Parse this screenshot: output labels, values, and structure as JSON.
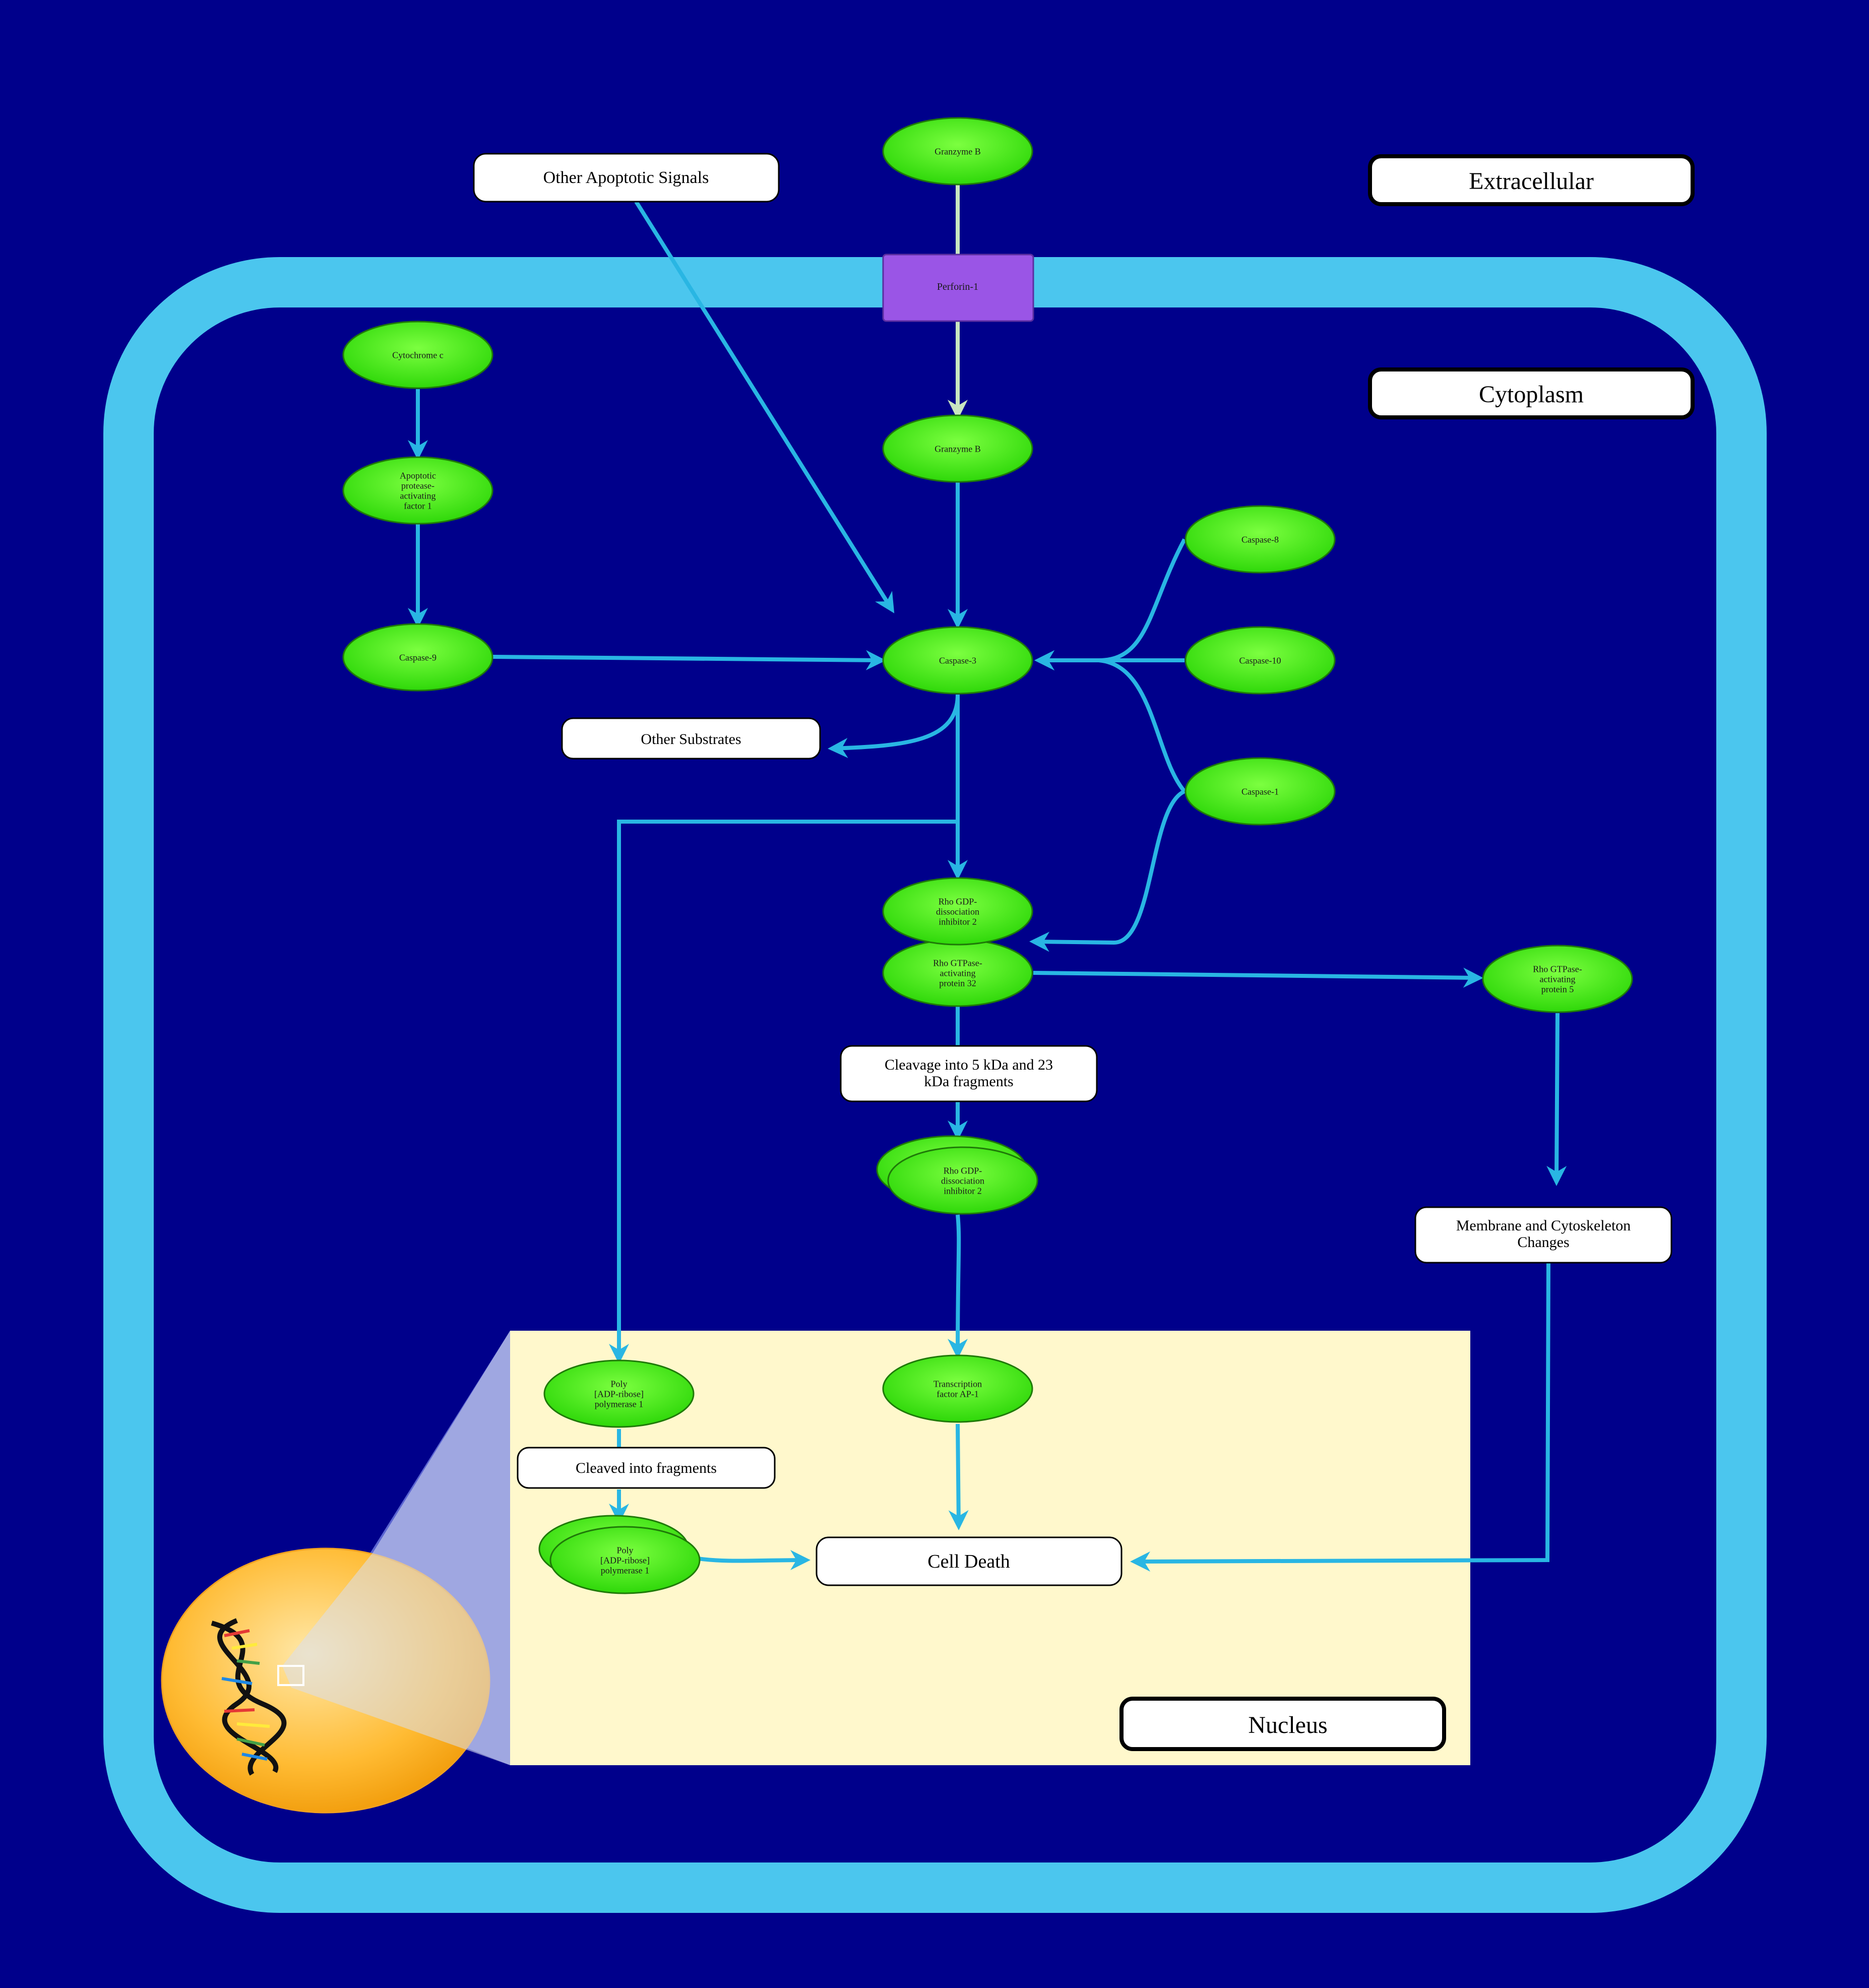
{
  "compartments": {
    "extracellular": "Extracellular",
    "cytoplasm": "Cytoplasm",
    "nucleus": "Nucleus"
  },
  "labels": {
    "other_apoptotic_signals": "Other Apoptotic Signals",
    "other_substrates": "Other Substrates",
    "cleavage_fragments": [
      "Cleavage into 5 kDa and 23",
      "kDa fragments"
    ],
    "membrane_cytoskeleton": [
      "Membrane and Cytoskeleton",
      "Changes"
    ],
    "cleaved_into_fragments": "Cleaved into fragments",
    "cell_death": "Cell Death"
  },
  "nodes": {
    "granzyme_b_ext": [
      "Granzyme B"
    ],
    "perforin": [
      "Perforin-1"
    ],
    "granzyme_b_cyto": [
      "Granzyme B"
    ],
    "cytochrome_c": [
      "Cytochrome c"
    ],
    "apaf1": [
      "Apoptotic",
      "protease-",
      "activating",
      "factor 1"
    ],
    "caspase9": [
      "Caspase-9"
    ],
    "caspase3": [
      "Caspase-3"
    ],
    "caspase8": [
      "Caspase-8"
    ],
    "caspase10": [
      "Caspase-10"
    ],
    "caspase1": [
      "Caspase-1"
    ],
    "rho_gdi2": [
      "Rho GDP-",
      "dissociation",
      "inhibitor 2"
    ],
    "rho_gap32": [
      "Rho GTPase-",
      "activating",
      "protein 32"
    ],
    "rho_gap5": [
      "Rho GTPase-",
      "activating",
      "protein 5"
    ],
    "rho_gdi2_frag": [
      "Rho GDP-",
      "dissociation",
      "inhibitor 2"
    ],
    "parp1": [
      "Poly",
      "[ADP-ribose]",
      "polymerase 1"
    ],
    "ap1": [
      "Transcription",
      "factor AP-1"
    ],
    "parp1_frag": [
      "Poly",
      "[ADP-ribose]",
      "polymerase 1"
    ]
  },
  "colors": {
    "background": "#00008b",
    "membrane": "#4bc6ee",
    "arrow": "#29b6e3",
    "node_fill": "#3adf0f",
    "perforin_fill": "#9a55e6",
    "nucleus_panel": "#fff8cc",
    "nucleus_oval": "#ffb52e"
  }
}
